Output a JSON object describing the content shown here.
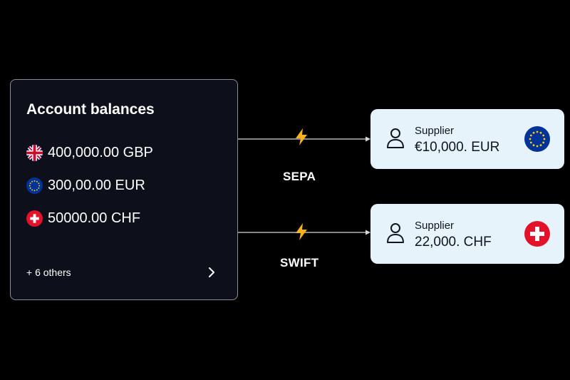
{
  "balances": {
    "title": "Account balances",
    "rows": [
      {
        "amount": "400,000.00 GBP",
        "flag_icon": "uk-flag-icon"
      },
      {
        "amount": "300,00.00 EUR",
        "flag_icon": "eu-flag-icon"
      },
      {
        "amount": "50000.00 CHF",
        "flag_icon": "swiss-flag-icon"
      }
    ],
    "others": "+ 6 others"
  },
  "transfers": [
    {
      "method": "SEPA",
      "icon": "lightning-bolt-icon"
    },
    {
      "method": "SWIFT",
      "icon": "lightning-bolt-icon"
    }
  ],
  "suppliers": [
    {
      "label": "Supplier",
      "amount": "€10,000. EUR",
      "flag_icon": "eu-flag-icon"
    },
    {
      "label": "Supplier",
      "amount": "22,000. CHF",
      "flag_icon": "swiss-flag-icon"
    }
  ],
  "colors": {
    "background": "#000000",
    "card": "#0d0f1a",
    "supplier_card": "#e6f3fb",
    "bolt": "#f5b41b",
    "eu_blue": "#003399",
    "eu_stars": "#ffcc00",
    "swiss_red": "#e4112b"
  }
}
